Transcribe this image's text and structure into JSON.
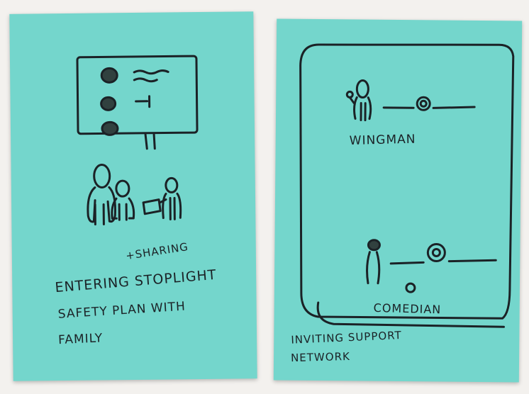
{
  "left_note": {
    "annotation": "+SHARING",
    "caption_line1": "ENTERING STOPLIGHT",
    "caption_line2": "SAFETY PLAN WITH",
    "caption_line3": "FAMILY"
  },
  "right_note": {
    "contact1_label": "WINGMAN",
    "contact2_label": "COMEDIAN",
    "caption_line1": "INVITING SUPPORT",
    "caption_line2": "NETWORK"
  },
  "colors": {
    "sticky_note": "#74d6cc",
    "background": "#f3f1ee",
    "ink": "#1b2226"
  }
}
